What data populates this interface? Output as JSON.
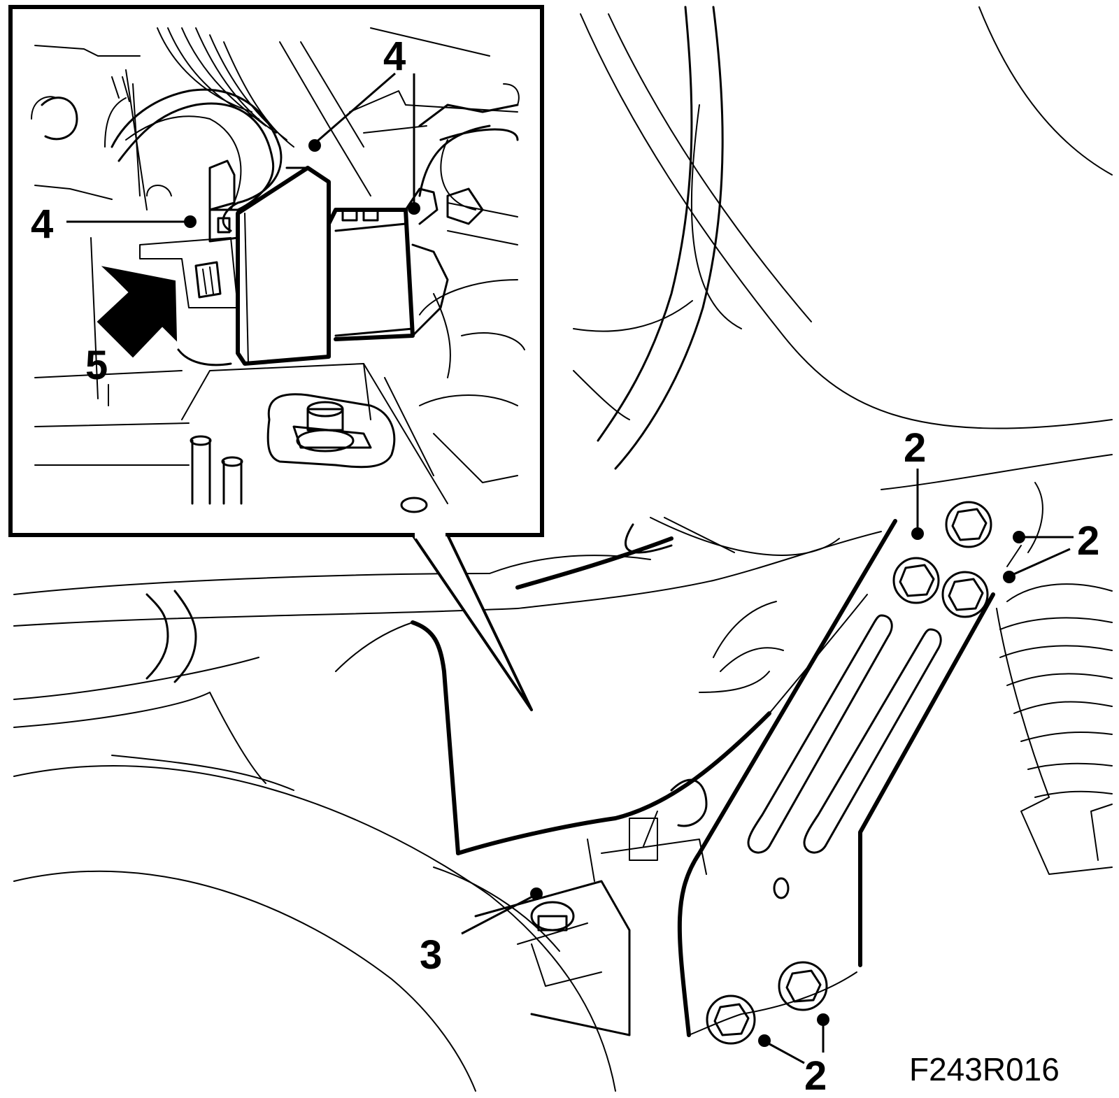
{
  "diagram": {
    "reference_code": "F243R016",
    "callouts": [
      {
        "id": "c4a",
        "label": "4"
      },
      {
        "id": "c4b",
        "label": "4"
      },
      {
        "id": "c4c",
        "label": "4"
      },
      {
        "id": "c5",
        "label": "5"
      },
      {
        "id": "c2a",
        "label": "2"
      },
      {
        "id": "c2b",
        "label": "2"
      },
      {
        "id": "c2c",
        "label": "2"
      },
      {
        "id": "c3",
        "label": "3"
      }
    ]
  },
  "colors": {
    "line": "#000000",
    "background": "#ffffff"
  }
}
